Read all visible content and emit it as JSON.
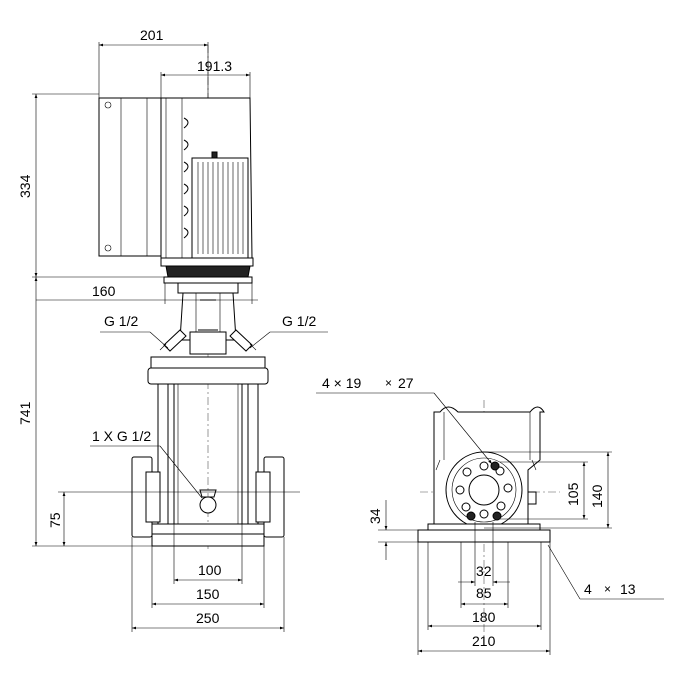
{
  "side_view": {
    "dim_motor_width": "201",
    "dim_motor_depth": "191.3",
    "dim_motor_height": "334",
    "dim_total_height": "741",
    "dim_coupling_width": "160",
    "dim_inlet_height": "75",
    "label_vent_left": "G 1/2",
    "label_vent_right": "G 1/2",
    "label_drain": "1 X G 1/2",
    "dim_base_100": "100",
    "dim_base_150": "150",
    "dim_base_250": "250"
  },
  "end_view": {
    "label_flange_holes": "4 × 19",
    "label_flange_holes_x": "×",
    "label_flange_holes_27": "27",
    "dim_shaft_height": "34",
    "dim_flange_105": "105",
    "dim_flange_140": "140",
    "dim_32": "32",
    "dim_85": "85",
    "dim_180": "180",
    "dim_210": "210",
    "label_base_holes_4": "4",
    "label_base_holes_x": "×",
    "label_base_holes_13": "13"
  }
}
